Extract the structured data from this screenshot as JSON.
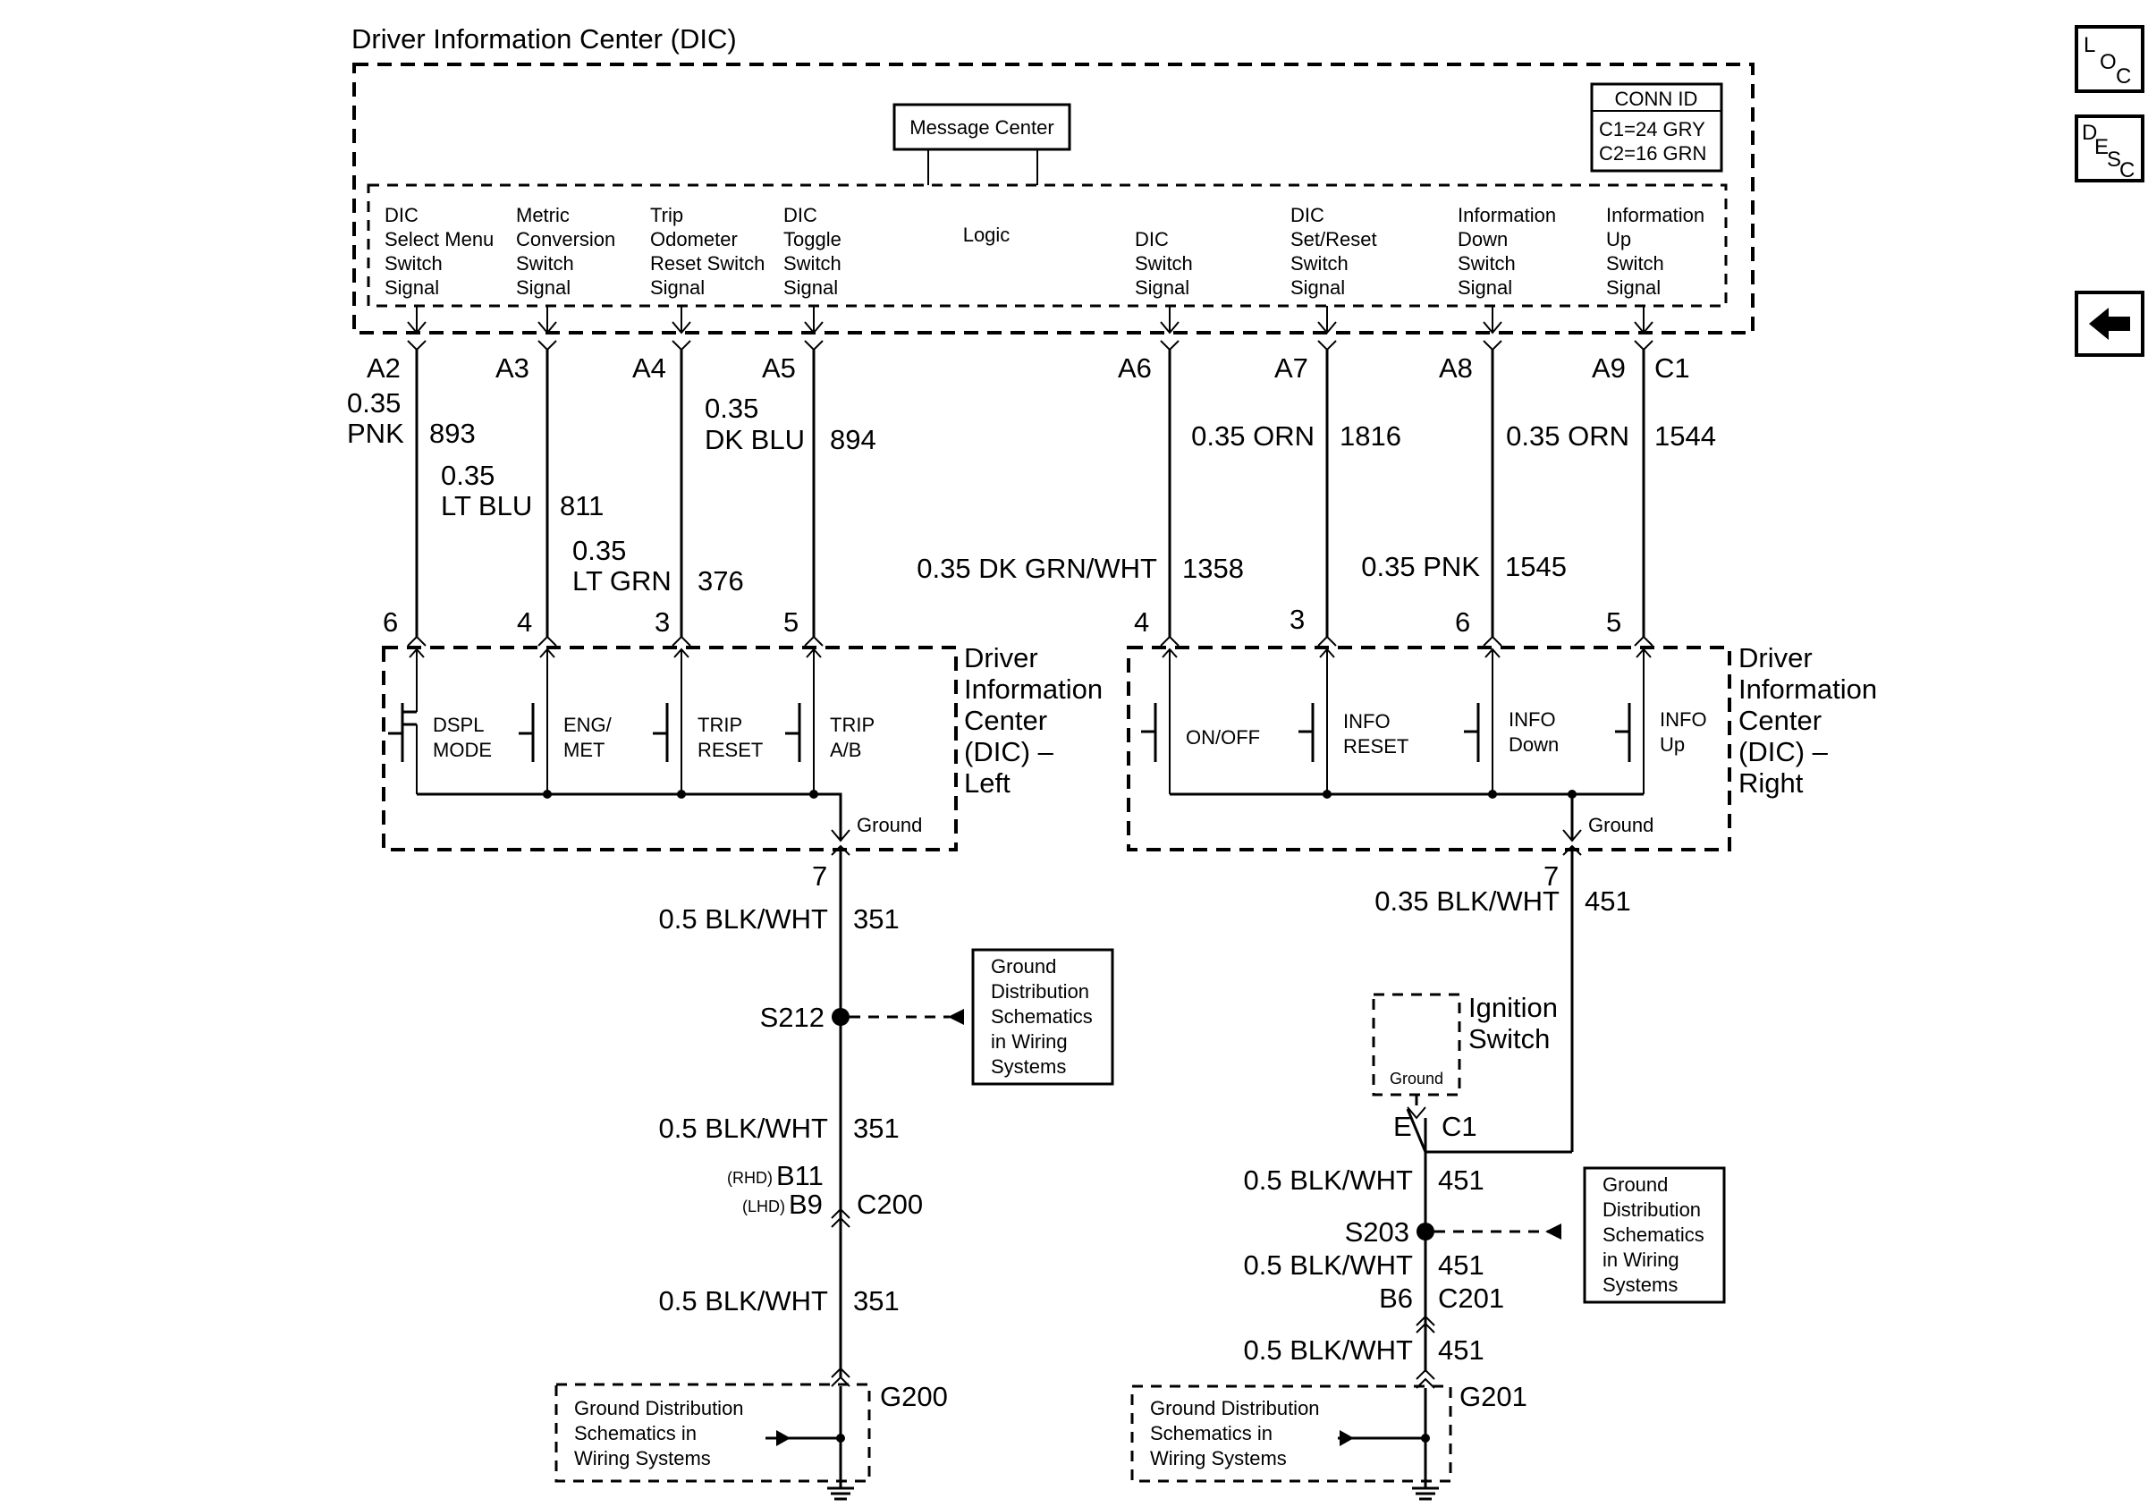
{
  "dic": {
    "title": "Driver Information Center (DIC)",
    "message_center": "Message Center",
    "logic": "Logic",
    "conn_id": {
      "title": "CONN ID",
      "c1": "C1=24 GRY",
      "c2": "C2=16 GRN"
    },
    "signals": [
      [
        "DIC",
        "Select Menu",
        "Switch",
        "Signal"
      ],
      [
        "Metric",
        "Conversion",
        "Switch",
        "Signal"
      ],
      [
        "Trip",
        "Odometer",
        "Reset Switch",
        "Signal"
      ],
      [
        "DIC",
        "Toggle",
        "Switch",
        "Signal"
      ],
      [
        "DIC",
        "Switch",
        "Signal"
      ],
      [
        "DIC",
        "Set/Reset",
        "Switch",
        "Signal"
      ],
      [
        "Information",
        "Down",
        "Switch",
        "Signal"
      ],
      [
        "Information",
        "Up",
        "Switch",
        "Signal"
      ]
    ],
    "pins": [
      "A2",
      "A3",
      "A4",
      "A5",
      "A6",
      "A7",
      "A8",
      "A9",
      "C1"
    ]
  },
  "wires": [
    {
      "gauge": "0.35",
      "color": "PNK",
      "circuit": "893"
    },
    {
      "gauge": "0.35",
      "color": "LT BLU",
      "circuit": "811"
    },
    {
      "gauge": "0.35",
      "color": "LT GRN",
      "circuit": "376"
    },
    {
      "gauge": "0.35",
      "color": "DK BLU",
      "circuit": "894"
    },
    {
      "label": "0.35 DK GRN/WHT",
      "circuit": "1358"
    },
    {
      "label": "0.35 ORN",
      "circuit": "1816"
    },
    {
      "label": "0.35 PNK",
      "circuit": "1545"
    },
    {
      "label": "0.35 ORN",
      "circuit": "1544"
    }
  ],
  "left_switch": {
    "title": [
      "Driver",
      "Information",
      "Center",
      "(DIC) –",
      "Left"
    ],
    "pins": [
      "6",
      "4",
      "3",
      "5"
    ],
    "switches": [
      [
        "DSPL",
        "MODE"
      ],
      [
        "ENG/",
        "MET"
      ],
      [
        "TRIP",
        "RESET"
      ],
      [
        "TRIP",
        "A/B"
      ]
    ],
    "ground_label": "Ground",
    "ground_pin": "7"
  },
  "right_switch": {
    "title": [
      "Driver",
      "Information",
      "Center",
      "(DIC) –",
      "Right"
    ],
    "pins": [
      "4",
      "3",
      "6",
      "5"
    ],
    "switches": [
      [
        "ON/OFF"
      ],
      [
        "INFO",
        "RESET"
      ],
      [
        "INFO",
        "Down"
      ],
      [
        "INFO",
        "Up"
      ]
    ],
    "ground_label": "Ground",
    "ground_pin": "7"
  },
  "left_ground": {
    "wire1": {
      "label": "0.5 BLK/WHT",
      "circuit": "351"
    },
    "splice": "S212",
    "ref_box": [
      "Ground",
      "Distribution",
      "Schematics",
      "in Wiring",
      "Systems"
    ],
    "wire2": {
      "label": "0.5 BLK/WHT",
      "circuit": "351"
    },
    "rhd_tag": "(RHD)",
    "rhd_pin": "B11",
    "lhd_tag": "(LHD)",
    "lhd_pin": "B9",
    "connector": "C200",
    "wire3": {
      "label": "0.5 BLK/WHT",
      "circuit": "351"
    },
    "ground_id": "G200",
    "ground_box": [
      "Ground Distribution",
      "Schematics in",
      "Wiring Systems"
    ]
  },
  "right_ground": {
    "wire1": {
      "label": "0.35 BLK/WHT",
      "circuit": "451"
    },
    "ignition_title": [
      "Ignition",
      "Switch"
    ],
    "ignition_ground": "Ground",
    "pin_e": "E",
    "pin_c1": "C1",
    "wire2": {
      "label": "0.5 BLK/WHT",
      "circuit": "451"
    },
    "splice": "S203",
    "ref_box": [
      "Ground",
      "Distribution",
      "Schematics",
      "in Wiring",
      "Systems"
    ],
    "wire3": {
      "label": "0.5 BLK/WHT",
      "circuit": "451"
    },
    "pin_b6": "B6",
    "connector": "C201",
    "wire4": {
      "label": "0.5 BLK/WHT",
      "circuit": "451"
    },
    "ground_id": "G201",
    "ground_box": [
      "Ground Distribution",
      "Schematics in",
      "Wiring Systems"
    ]
  },
  "nav": {
    "loc": {
      "big": "L",
      "sub": "O",
      "sub2": "C"
    },
    "desc": {
      "big": "D",
      "sub": "E",
      "sub2": "S",
      "sub3": "C"
    },
    "back": "back-arrow"
  }
}
